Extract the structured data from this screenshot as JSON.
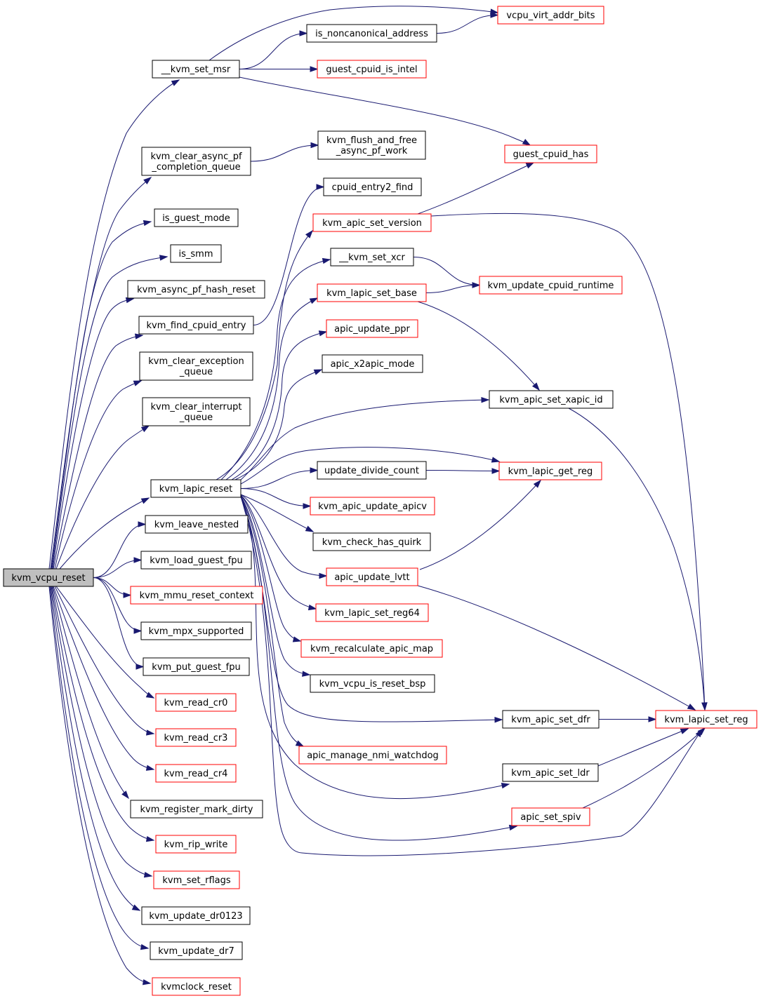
{
  "colors": {
    "edge": "#191970",
    "node_border_normal": "#000000",
    "node_border_truncated": "#ff0000",
    "root_fill": "#bfbfbf"
  },
  "nodes": {
    "kvm_vcpu_reset": {
      "lines": [
        "kvm_vcpu_reset"
      ],
      "style": "root"
    },
    "__kvm_set_msr": {
      "lines": [
        "__kvm_set_msr"
      ],
      "style": "normal"
    },
    "kvm_clear_async_pf_completion_queue": {
      "lines": [
        "kvm_clear_async_pf",
        "_completion_queue"
      ],
      "style": "normal"
    },
    "is_guest_mode": {
      "lines": [
        "is_guest_mode"
      ],
      "style": "normal"
    },
    "is_smm": {
      "lines": [
        "is_smm"
      ],
      "style": "normal"
    },
    "kvm_async_pf_hash_reset": {
      "lines": [
        "kvm_async_pf_hash_reset"
      ],
      "style": "normal"
    },
    "kvm_find_cpuid_entry": {
      "lines": [
        "kvm_find_cpuid_entry"
      ],
      "style": "normal"
    },
    "kvm_clear_exception_queue": {
      "lines": [
        "kvm_clear_exception",
        "_queue"
      ],
      "style": "normal"
    },
    "kvm_clear_interrupt_queue": {
      "lines": [
        "kvm_clear_interrupt",
        "_queue"
      ],
      "style": "normal"
    },
    "kvm_lapic_reset": {
      "lines": [
        "kvm_lapic_reset"
      ],
      "style": "normal"
    },
    "kvm_leave_nested": {
      "lines": [
        "kvm_leave_nested"
      ],
      "style": "normal"
    },
    "kvm_load_guest_fpu": {
      "lines": [
        "kvm_load_guest_fpu"
      ],
      "style": "normal"
    },
    "kvm_mmu_reset_context": {
      "lines": [
        "kvm_mmu_reset_context"
      ],
      "style": "red"
    },
    "kvm_mpx_supported": {
      "lines": [
        "kvm_mpx_supported"
      ],
      "style": "normal"
    },
    "kvm_put_guest_fpu": {
      "lines": [
        "kvm_put_guest_fpu"
      ],
      "style": "normal"
    },
    "kvm_read_cr0": {
      "lines": [
        "kvm_read_cr0"
      ],
      "style": "red"
    },
    "kvm_read_cr3": {
      "lines": [
        "kvm_read_cr3"
      ],
      "style": "red"
    },
    "kvm_read_cr4": {
      "lines": [
        "kvm_read_cr4"
      ],
      "style": "red"
    },
    "kvm_register_mark_dirty": {
      "lines": [
        "kvm_register_mark_dirty"
      ],
      "style": "normal"
    },
    "kvm_rip_write": {
      "lines": [
        "kvm_rip_write"
      ],
      "style": "red"
    },
    "kvm_set_rflags": {
      "lines": [
        "kvm_set_rflags"
      ],
      "style": "red"
    },
    "kvm_update_dr0123": {
      "lines": [
        "kvm_update_dr0123"
      ],
      "style": "normal"
    },
    "kvm_update_dr7": {
      "lines": [
        "kvm_update_dr7"
      ],
      "style": "normal"
    },
    "kvmclock_reset": {
      "lines": [
        "kvmclock_reset"
      ],
      "style": "red"
    },
    "vcpu_virt_addr_bits": {
      "lines": [
        "vcpu_virt_addr_bits"
      ],
      "style": "red"
    },
    "is_noncanonical_address": {
      "lines": [
        "is_noncanonical_address"
      ],
      "style": "normal"
    },
    "guest_cpuid_is_intel": {
      "lines": [
        "guest_cpuid_is_intel"
      ],
      "style": "red"
    },
    "kvm_flush_and_free_async_pf_work": {
      "lines": [
        "kvm_flush_and_free",
        "_async_pf_work"
      ],
      "style": "normal"
    },
    "guest_cpuid_has": {
      "lines": [
        "guest_cpuid_has"
      ],
      "style": "red"
    },
    "cpuid_entry2_find": {
      "lines": [
        "cpuid_entry2_find"
      ],
      "style": "normal"
    },
    "kvm_apic_set_version": {
      "lines": [
        "kvm_apic_set_version"
      ],
      "style": "red"
    },
    "__kvm_set_xcr": {
      "lines": [
        "__kvm_set_xcr"
      ],
      "style": "normal"
    },
    "kvm_update_cpuid_runtime": {
      "lines": [
        "kvm_update_cpuid_runtime"
      ],
      "style": "red"
    },
    "kvm_lapic_set_base": {
      "lines": [
        "kvm_lapic_set_base"
      ],
      "style": "red"
    },
    "apic_update_ppr": {
      "lines": [
        "apic_update_ppr"
      ],
      "style": "red"
    },
    "apic_x2apic_mode": {
      "lines": [
        "apic_x2apic_mode"
      ],
      "style": "normal"
    },
    "kvm_apic_set_xapic_id": {
      "lines": [
        "kvm_apic_set_xapic_id"
      ],
      "style": "normal"
    },
    "update_divide_count": {
      "lines": [
        "update_divide_count"
      ],
      "style": "normal"
    },
    "kvm_lapic_get_reg": {
      "lines": [
        "kvm_lapic_get_reg"
      ],
      "style": "red"
    },
    "kvm_apic_update_apicv": {
      "lines": [
        "kvm_apic_update_apicv"
      ],
      "style": "red"
    },
    "kvm_check_has_quirk": {
      "lines": [
        "kvm_check_has_quirk"
      ],
      "style": "normal"
    },
    "apic_update_lvtt": {
      "lines": [
        "apic_update_lvtt"
      ],
      "style": "red"
    },
    "kvm_lapic_set_reg64": {
      "lines": [
        "kvm_lapic_set_reg64"
      ],
      "style": "red"
    },
    "kvm_recalculate_apic_map": {
      "lines": [
        "kvm_recalculate_apic_map"
      ],
      "style": "red"
    },
    "kvm_vcpu_is_reset_bsp": {
      "lines": [
        "kvm_vcpu_is_reset_bsp"
      ],
      "style": "normal"
    },
    "kvm_apic_set_dfr": {
      "lines": [
        "kvm_apic_set_dfr"
      ],
      "style": "normal"
    },
    "kvm_lapic_set_reg": {
      "lines": [
        "kvm_lapic_set_reg"
      ],
      "style": "red"
    },
    "apic_manage_nmi_watchdog": {
      "lines": [
        "apic_manage_nmi_watchdog"
      ],
      "style": "red"
    },
    "kvm_apic_set_ldr": {
      "lines": [
        "kvm_apic_set_ldr"
      ],
      "style": "normal"
    },
    "apic_set_spiv": {
      "lines": [
        "apic_set_spiv"
      ],
      "style": "red"
    }
  },
  "edges": [
    [
      "kvm_vcpu_reset",
      "__kvm_set_msr"
    ],
    [
      "kvm_vcpu_reset",
      "kvm_clear_async_pf_completion_queue"
    ],
    [
      "kvm_vcpu_reset",
      "is_guest_mode"
    ],
    [
      "kvm_vcpu_reset",
      "is_smm"
    ],
    [
      "kvm_vcpu_reset",
      "kvm_async_pf_hash_reset"
    ],
    [
      "kvm_vcpu_reset",
      "kvm_find_cpuid_entry"
    ],
    [
      "kvm_vcpu_reset",
      "kvm_clear_exception_queue"
    ],
    [
      "kvm_vcpu_reset",
      "kvm_clear_interrupt_queue"
    ],
    [
      "kvm_vcpu_reset",
      "kvm_lapic_reset"
    ],
    [
      "kvm_vcpu_reset",
      "kvm_leave_nested"
    ],
    [
      "kvm_vcpu_reset",
      "kvm_load_guest_fpu"
    ],
    [
      "kvm_vcpu_reset",
      "kvm_mmu_reset_context"
    ],
    [
      "kvm_vcpu_reset",
      "kvm_mpx_supported"
    ],
    [
      "kvm_vcpu_reset",
      "kvm_put_guest_fpu"
    ],
    [
      "kvm_vcpu_reset",
      "kvm_read_cr0"
    ],
    [
      "kvm_vcpu_reset",
      "kvm_read_cr3"
    ],
    [
      "kvm_vcpu_reset",
      "kvm_read_cr4"
    ],
    [
      "kvm_vcpu_reset",
      "kvm_register_mark_dirty"
    ],
    [
      "kvm_vcpu_reset",
      "kvm_rip_write"
    ],
    [
      "kvm_vcpu_reset",
      "kvm_set_rflags"
    ],
    [
      "kvm_vcpu_reset",
      "kvm_update_dr0123"
    ],
    [
      "kvm_vcpu_reset",
      "kvm_update_dr7"
    ],
    [
      "kvm_vcpu_reset",
      "kvmclock_reset"
    ],
    [
      "__kvm_set_msr",
      "vcpu_virt_addr_bits"
    ],
    [
      "__kvm_set_msr",
      "is_noncanonical_address"
    ],
    [
      "__kvm_set_msr",
      "guest_cpuid_is_intel"
    ],
    [
      "__kvm_set_msr",
      "guest_cpuid_has"
    ],
    [
      "is_noncanonical_address",
      "vcpu_virt_addr_bits"
    ],
    [
      "kvm_clear_async_pf_completion_queue",
      "kvm_flush_and_free_async_pf_work"
    ],
    [
      "kvm_find_cpuid_entry",
      "cpuid_entry2_find"
    ],
    [
      "kvm_lapic_reset",
      "kvm_apic_set_version"
    ],
    [
      "kvm_lapic_reset",
      "__kvm_set_xcr"
    ],
    [
      "kvm_lapic_reset",
      "kvm_lapic_set_base"
    ],
    [
      "kvm_lapic_reset",
      "apic_update_ppr"
    ],
    [
      "kvm_lapic_reset",
      "apic_x2apic_mode"
    ],
    [
      "kvm_lapic_reset",
      "kvm_apic_set_xapic_id"
    ],
    [
      "kvm_lapic_reset",
      "kvm_lapic_get_reg"
    ],
    [
      "kvm_lapic_reset",
      "update_divide_count"
    ],
    [
      "kvm_lapic_reset",
      "kvm_apic_update_apicv"
    ],
    [
      "kvm_lapic_reset",
      "kvm_check_has_quirk"
    ],
    [
      "kvm_lapic_reset",
      "apic_update_lvtt"
    ],
    [
      "kvm_lapic_reset",
      "kvm_lapic_set_reg64"
    ],
    [
      "kvm_lapic_reset",
      "kvm_recalculate_apic_map"
    ],
    [
      "kvm_lapic_reset",
      "kvm_vcpu_is_reset_bsp"
    ],
    [
      "kvm_lapic_reset",
      "kvm_apic_set_dfr"
    ],
    [
      "kvm_lapic_reset",
      "apic_manage_nmi_watchdog"
    ],
    [
      "kvm_lapic_reset",
      "kvm_apic_set_ldr"
    ],
    [
      "kvm_lapic_reset",
      "apic_set_spiv"
    ],
    [
      "kvm_lapic_reset",
      "kvm_lapic_set_reg"
    ],
    [
      "kvm_apic_set_version",
      "guest_cpuid_has"
    ],
    [
      "kvm_apic_set_version",
      "kvm_lapic_set_reg"
    ],
    [
      "__kvm_set_xcr",
      "kvm_update_cpuid_runtime"
    ],
    [
      "kvm_lapic_set_base",
      "kvm_update_cpuid_runtime"
    ],
    [
      "kvm_lapic_set_base",
      "kvm_apic_set_xapic_id"
    ],
    [
      "kvm_apic_set_xapic_id",
      "kvm_lapic_set_reg"
    ],
    [
      "update_divide_count",
      "kvm_lapic_get_reg"
    ],
    [
      "apic_update_lvtt",
      "kvm_lapic_get_reg"
    ],
    [
      "apic_update_lvtt",
      "kvm_lapic_set_reg"
    ],
    [
      "kvm_apic_set_dfr",
      "kvm_lapic_set_reg"
    ],
    [
      "kvm_apic_set_ldr",
      "kvm_lapic_set_reg"
    ],
    [
      "apic_set_spiv",
      "kvm_lapic_set_reg"
    ]
  ]
}
